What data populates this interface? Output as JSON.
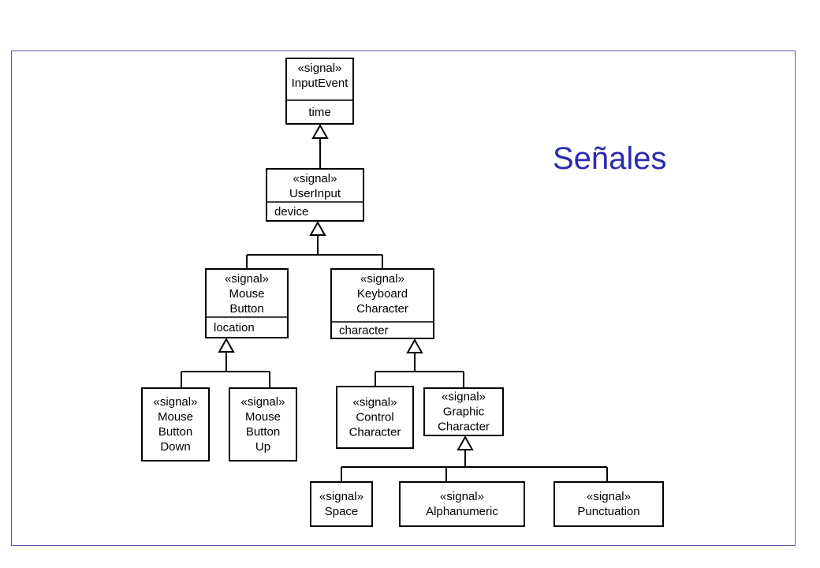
{
  "title": "Señales",
  "classes": {
    "input_event": {
      "stereotype": "«signal»",
      "name": [
        "InputEvent"
      ],
      "attribute": "time"
    },
    "user_input": {
      "stereotype": "«signal»",
      "name": [
        "UserInput"
      ],
      "attribute": "device"
    },
    "mouse_button": {
      "stereotype": "«signal»",
      "name": [
        "Mouse",
        "Button"
      ],
      "attribute": "location"
    },
    "keyboard_char": {
      "stereotype": "«signal»",
      "name": [
        "Keyboard",
        "Character"
      ],
      "attribute": "character"
    },
    "mouse_down": {
      "stereotype": "«signal»",
      "name": [
        "Mouse",
        "Button",
        "Down"
      ]
    },
    "mouse_up": {
      "stereotype": "«signal»",
      "name": [
        "Mouse",
        "Button",
        "Up"
      ]
    },
    "control_char": {
      "stereotype": "«signal»",
      "name": [
        "Control",
        "Character"
      ]
    },
    "graphic_char": {
      "stereotype": "«signal»",
      "name": [
        "Graphic",
        "Character"
      ]
    },
    "space": {
      "stereotype": "«signal»",
      "name": [
        "Space"
      ]
    },
    "alphanumeric": {
      "stereotype": "«signal»",
      "name": [
        "Alphanumeric"
      ]
    },
    "punctuation": {
      "stereotype": "«signal»",
      "name": [
        "Punctuation"
      ]
    }
  },
  "generalizations": [
    {
      "parent": "input_event",
      "children": [
        "user_input"
      ]
    },
    {
      "parent": "user_input",
      "children": [
        "mouse_button",
        "keyboard_char"
      ]
    },
    {
      "parent": "mouse_button",
      "children": [
        "mouse_down",
        "mouse_up"
      ]
    },
    {
      "parent": "keyboard_char",
      "children": [
        "control_char",
        "graphic_char"
      ]
    },
    {
      "parent": "graphic_char",
      "children": [
        "space",
        "alphanumeric",
        "punctuation"
      ]
    }
  ]
}
